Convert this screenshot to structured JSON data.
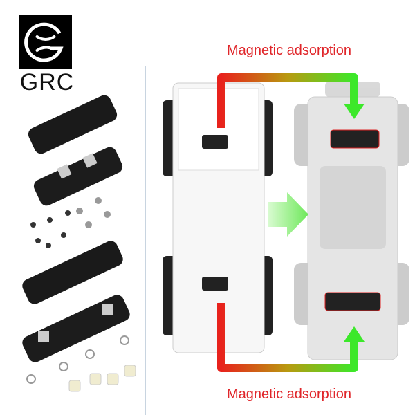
{
  "brand": {
    "name": "GRC",
    "logo_letter": "G"
  },
  "captions": {
    "top": "Magnetic adsorption",
    "bottom": "Magnetic adsorption"
  },
  "colors": {
    "arrow_start": "#e8221c",
    "arrow_end": "#3ce82a",
    "caption": "#e0262a",
    "center_arrow": "#8cf07a"
  }
}
